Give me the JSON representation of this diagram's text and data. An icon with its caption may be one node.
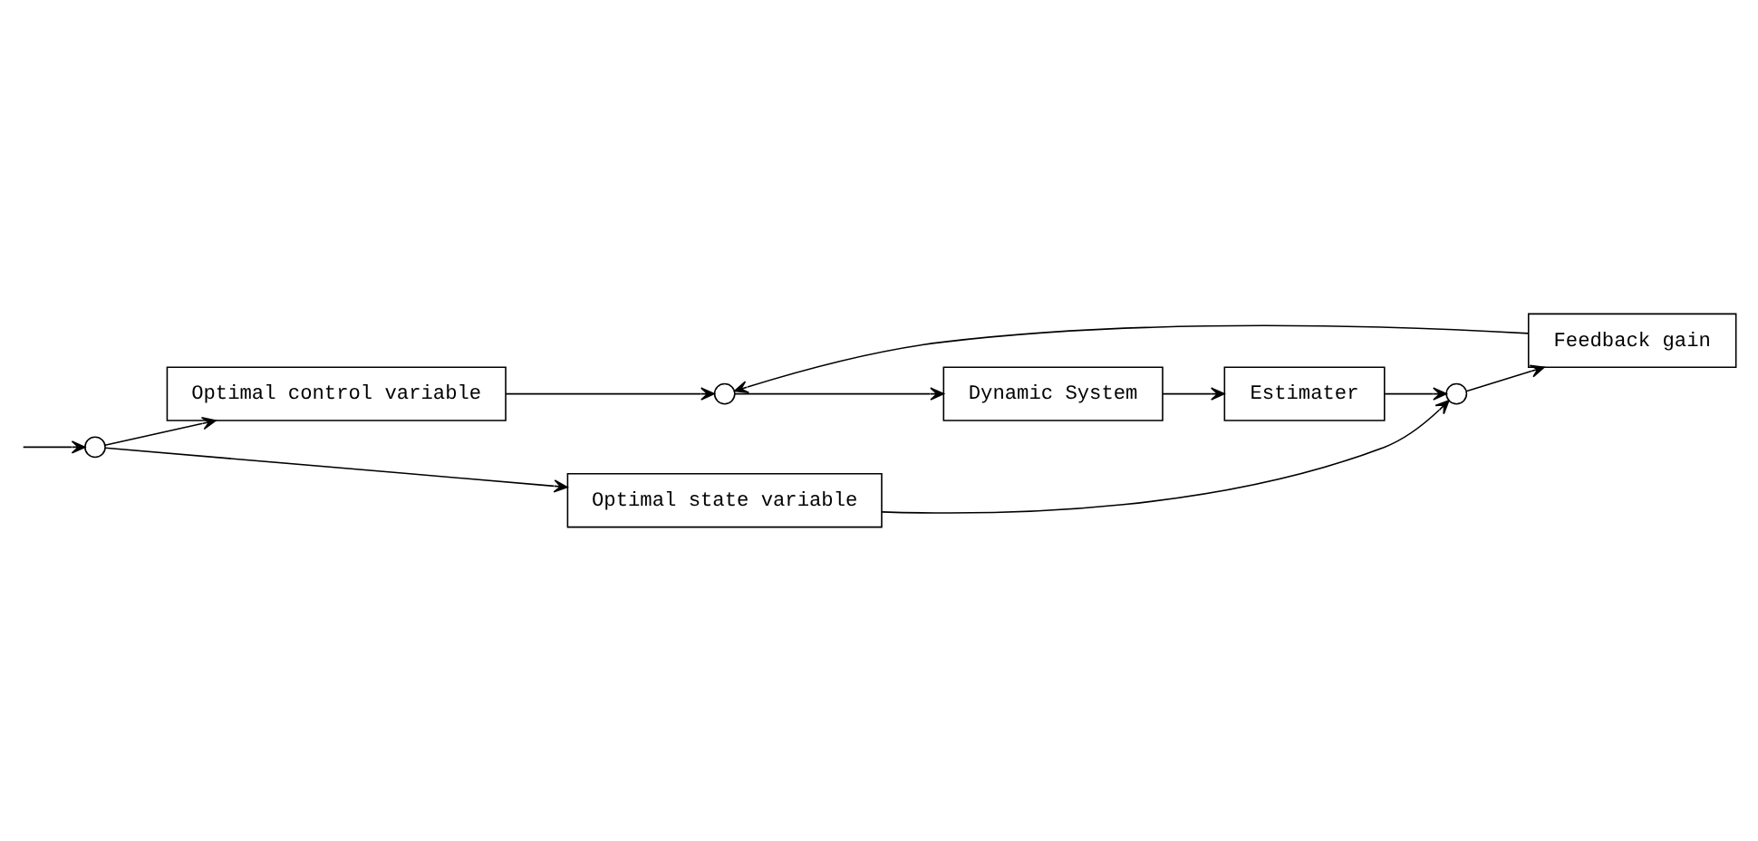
{
  "diagram": {
    "nodes": [
      {
        "text": [],
        "shape": "circle"
      },
      {
        "text": [
          "Optimal control variable"
        ]
      },
      {
        "text": [
          "Optimal state variable"
        ]
      },
      {
        "text": [],
        "shape": "circle"
      },
      {
        "text": [
          "Dynamic System"
        ]
      },
      {
        "text": [
          "Estimater"
        ]
      },
      {
        "text": [],
        "shape": "circle"
      },
      {
        "text": [
          "Feedback gain"
        ]
      }
    ],
    "edges": [
      {
        "from": null,
        "to": 0,
        "arrow": "to"
      },
      {
        "from": 0,
        "to": 1,
        "arrow": "to"
      },
      {
        "from": 0,
        "to": 2,
        "arrow": "to"
      },
      {
        "from": 1,
        "to": 3,
        "arrow": "to"
      },
      {
        "from": 3,
        "to": 4,
        "arrow": "to"
      },
      {
        "from": 4,
        "to": 5,
        "arrow": "to"
      },
      {
        "from": 5,
        "to": 6,
        "arrow": "to"
      },
      {
        "from": 6,
        "to": 7,
        "arrow": "to"
      },
      {
        "from": 7,
        "to": 3,
        "arrow": "to"
      },
      {
        "from": 2,
        "to": 6,
        "arrow": "to"
      }
    ]
  }
}
